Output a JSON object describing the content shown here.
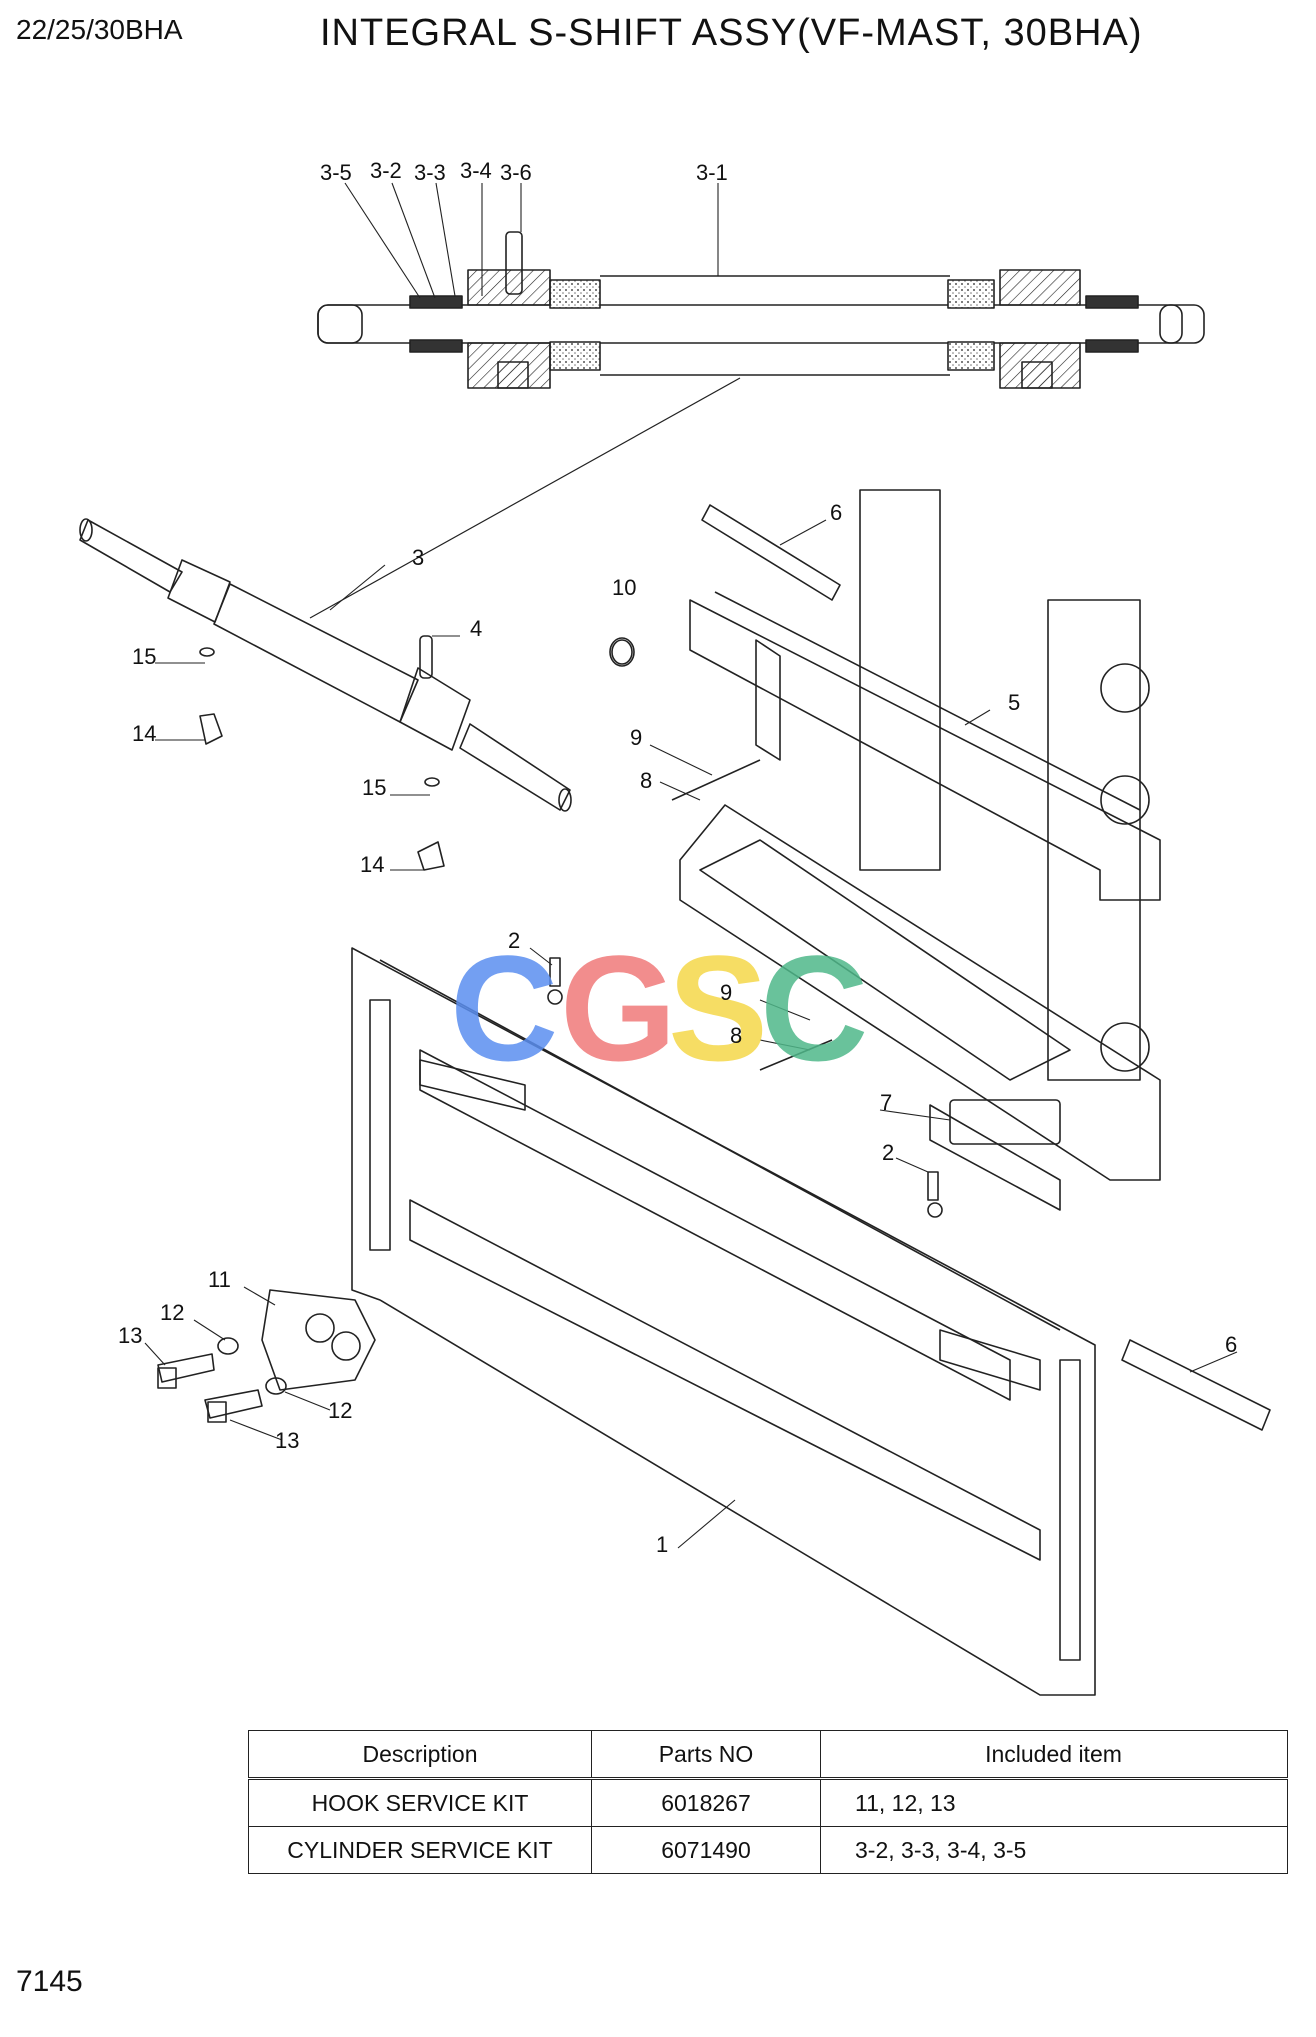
{
  "header": {
    "model": "22/25/30BHA",
    "title": "INTEGRAL S-SHIFT ASSY(VF-MAST, 30BHA)"
  },
  "page_number": "7145",
  "watermark": {
    "text": "CGSC",
    "colors": [
      "#5b8ff0",
      "#f07a7a",
      "#f5d84a",
      "#4fb88a"
    ]
  },
  "callouts": [
    "3-5",
    "3-2",
    "3-3",
    "3-4",
    "3-6",
    "3-1",
    "3",
    "4",
    "10",
    "15",
    "14",
    "15",
    "14",
    "6",
    "5",
    "9",
    "8",
    "2",
    "9",
    "8",
    "7",
    "2",
    "11",
    "12",
    "13",
    "12",
    "13",
    "6",
    "1"
  ],
  "kit_table": {
    "headers": [
      "Description",
      "Parts NO",
      "Included item"
    ],
    "rows": [
      {
        "description": "HOOK SERVICE KIT",
        "parts_no": "6018267",
        "included": "11, 12, 13"
      },
      {
        "description": "CYLINDER SERVICE KIT",
        "parts_no": "6071490",
        "included": "3-2, 3-3, 3-4, 3-5"
      }
    ]
  }
}
